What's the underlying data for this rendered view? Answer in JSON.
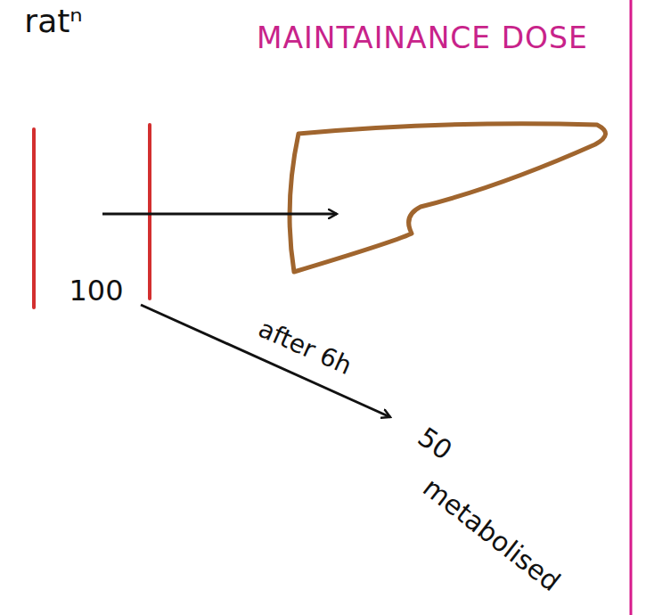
{
  "diagram": {
    "title": "MAINTAINANCE DOSE",
    "labels": [
      "ratⁿ",
      "100",
      "after 6h",
      "50",
      "metabolised"
    ]
  }
}
